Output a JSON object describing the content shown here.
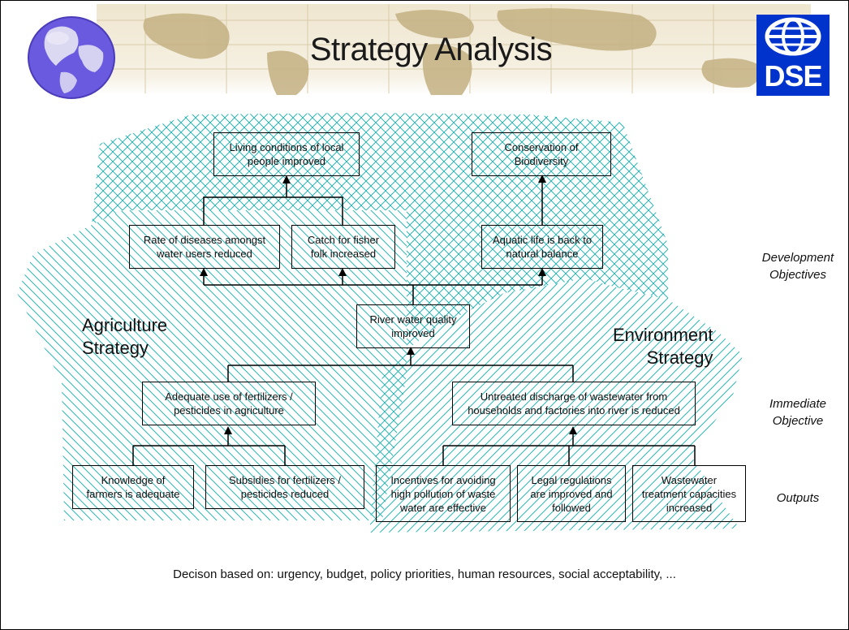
{
  "title": "Strategy Analysis",
  "logo": {
    "text": "DSE",
    "color": "#0033cc"
  },
  "strategies": {
    "agriculture": "Agriculture\nStrategy",
    "environment": "Environment\nStrategy"
  },
  "levels": {
    "development": "Development\nObjectives",
    "immediate": "Immediate\nObjective",
    "outputs": "Outputs"
  },
  "boxes": {
    "living_conditions": "Living conditions of local\npeople improved",
    "biodiversity": "Conservation of\nBiodiversity",
    "diseases": "Rate of diseases amongst\nwater users reduced",
    "catch_fisher": "Catch for fisher\nfolk increased",
    "aquatic_life": "Aquatic life is back to\nnatural balance",
    "river_quality": "River water quality\nimproved",
    "fertilizer_use": "Adequate use of fertilizers /\npesticides in agriculture",
    "wastewater_discharge": "Untreated discharge of wastewater from\nhouseholds and factories into river is reduced",
    "knowledge": "Knowledge of\nfarmers is adequate",
    "subsidies": "Subsidies for fertilizers /\npesticides reduced",
    "incentives": "Incentives for avoiding\nhigh pollution of waste\nwater are effective",
    "legal": "Legal regulations\nare improved and\nfollowed",
    "treatment": "Wastewater\ntreatment capacities\nincreased"
  },
  "footer": "Decison based on: urgency, budget, policy priorities, human resources, social acceptability, ...",
  "colors": {
    "hatch": "#2fb3b3",
    "map": "#c8b68a",
    "globe": "#6a5adf"
  }
}
